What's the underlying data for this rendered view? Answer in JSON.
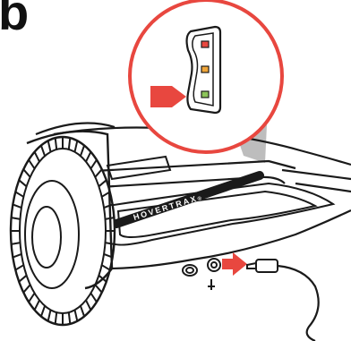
{
  "step": {
    "label": "b"
  },
  "board": {
    "brand": "HOVERTRAX",
    "brand_mark": "®"
  },
  "indicator": {
    "lights": [
      {
        "name": "red-light",
        "color": "#e8473f"
      },
      {
        "name": "orange-light",
        "color": "#f0a63a"
      },
      {
        "name": "green-light",
        "color": "#8cc55a"
      }
    ]
  },
  "colors": {
    "accent": "#e8473f",
    "line": "#1a1a1a",
    "zoom_shadow": "#bdbdbd"
  },
  "icons": {
    "pointer": "arrow-right-icon",
    "plug": "charger-plug-icon"
  }
}
